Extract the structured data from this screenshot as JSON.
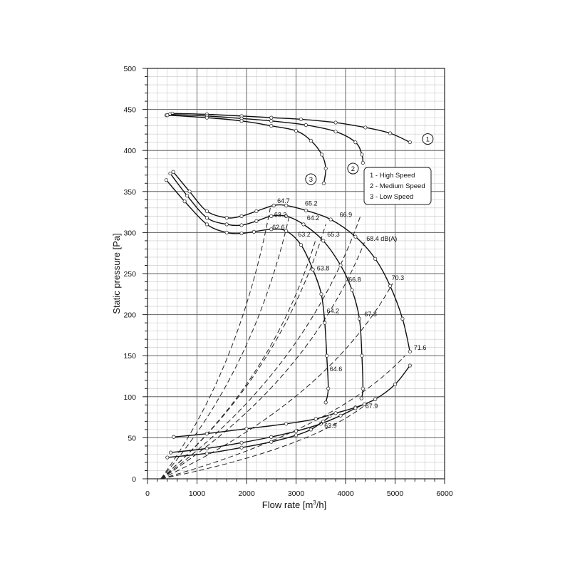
{
  "chart_data": {
    "type": "line",
    "xlabel": "Flow rate [m",
    "xlabel_sup": "3",
    "xlabel_end": "/h]",
    "ylabel": "Static pressure [Pa]",
    "xlim": [
      0,
      6000
    ],
    "ylim": [
      0,
      500
    ],
    "x_ticks": [
      0,
      1000,
      2000,
      3000,
      4000,
      5000,
      6000
    ],
    "y_ticks": [
      0,
      50,
      100,
      150,
      200,
      250,
      300,
      350,
      400,
      450,
      500
    ],
    "grid": true,
    "legend_position": "right-middle",
    "legend": [
      "1 - High Speed",
      "2 - Medium Speed",
      "3 - Low Speed"
    ],
    "series": [
      {
        "speed": "1",
        "values": [
          [
            380,
            443
          ],
          [
            500,
            445
          ],
          [
            1200,
            444
          ],
          [
            1900,
            442
          ],
          [
            2500,
            440
          ],
          [
            3100,
            438
          ],
          [
            3800,
            434
          ],
          [
            4400,
            428
          ],
          [
            4900,
            421
          ],
          [
            5300,
            410
          ]
        ]
      },
      {
        "speed": "2",
        "values": [
          [
            450,
            444
          ],
          [
            1200,
            442
          ],
          [
            1900,
            439
          ],
          [
            2500,
            436
          ],
          [
            3200,
            431
          ],
          [
            3800,
            423
          ],
          [
            4200,
            410
          ],
          [
            4330,
            395
          ],
          [
            4350,
            385
          ]
        ]
      },
      {
        "speed": "3",
        "values": [
          [
            400,
            443
          ],
          [
            1200,
            440
          ],
          [
            1900,
            436
          ],
          [
            2500,
            430
          ],
          [
            3000,
            424
          ],
          [
            3300,
            412
          ],
          [
            3520,
            395
          ],
          [
            3600,
            378
          ],
          [
            3560,
            360
          ]
        ]
      },
      {
        "speed": "1",
        "values": [
          [
            520,
            374
          ],
          [
            850,
            350
          ],
          [
            1200,
            326
          ],
          [
            1600,
            318
          ],
          [
            1900,
            320
          ],
          [
            2200,
            326
          ],
          [
            2550,
            333
          ],
          [
            2800,
            333
          ],
          [
            3200,
            327
          ],
          [
            3700,
            316
          ],
          [
            4200,
            295
          ],
          [
            4600,
            268
          ],
          [
            4900,
            235
          ],
          [
            5150,
            195
          ],
          [
            5300,
            155
          ]
        ]
      },
      {
        "speed": "2",
        "values": [
          [
            460,
            372
          ],
          [
            800,
            345
          ],
          [
            1200,
            318
          ],
          [
            1600,
            310
          ],
          [
            1900,
            309
          ],
          [
            2200,
            314
          ],
          [
            2500,
            320
          ],
          [
            2800,
            320
          ],
          [
            3150,
            310
          ],
          [
            3550,
            290
          ],
          [
            3900,
            260
          ],
          [
            4130,
            230
          ],
          [
            4280,
            195
          ],
          [
            4330,
            150
          ],
          [
            4350,
            110
          ],
          [
            4320,
            98
          ]
        ]
      },
      {
        "speed": "3",
        "values": [
          [
            380,
            364
          ],
          [
            750,
            338
          ],
          [
            1200,
            310
          ],
          [
            1600,
            300
          ],
          [
            1900,
            299
          ],
          [
            2150,
            301
          ],
          [
            2500,
            304
          ],
          [
            2800,
            302
          ],
          [
            3100,
            285
          ],
          [
            3340,
            255
          ],
          [
            3510,
            225
          ],
          [
            3580,
            190
          ],
          [
            3620,
            150
          ],
          [
            3650,
            110
          ],
          [
            3600,
            93
          ]
        ]
      },
      {
        "speed": "1",
        "values": [
          [
            530,
            51
          ],
          [
            1200,
            55
          ],
          [
            2000,
            61
          ],
          [
            2800,
            67
          ],
          [
            3400,
            73
          ],
          [
            3800,
            80
          ],
          [
            4200,
            87
          ],
          [
            4600,
            97
          ],
          [
            5000,
            115
          ],
          [
            5300,
            138
          ]
        ]
      },
      {
        "speed": "2",
        "values": [
          [
            470,
            32
          ],
          [
            1200,
            37
          ],
          [
            1900,
            44
          ],
          [
            2500,
            51
          ],
          [
            3000,
            58
          ],
          [
            3500,
            67
          ],
          [
            3900,
            77
          ],
          [
            4200,
            86
          ],
          [
            4380,
            91
          ]
        ]
      },
      {
        "speed": "3",
        "values": [
          [
            400,
            26
          ],
          [
            1200,
            31
          ],
          [
            1900,
            38
          ],
          [
            2500,
            45
          ],
          [
            3000,
            53
          ],
          [
            3300,
            60
          ],
          [
            3550,
            70
          ],
          [
            3680,
            76
          ]
        ]
      }
    ],
    "system_lines": [
      {
        "end": [
          2480,
          330
        ]
      },
      {
        "end": [
          2870,
          322
        ]
      },
      {
        "end": [
          3600,
          310
        ]
      },
      {
        "end": [
          4300,
          320
        ]
      },
      {
        "end": [
          3400,
          292
        ]
      },
      {
        "end": [
          4380,
          288
        ]
      },
      {
        "end": [
          4950,
          238
        ]
      },
      {
        "end": [
          5200,
          150
        ]
      },
      {
        "end": [
          4400,
          90
        ]
      }
    ],
    "annotations": [
      {
        "text": "64.7",
        "x": 2620,
        "y": 336
      },
      {
        "text": "65.2",
        "x": 3180,
        "y": 333
      },
      {
        "text": "63.3",
        "x": 2560,
        "y": 319
      },
      {
        "text": "64.2",
        "x": 3220,
        "y": 315
      },
      {
        "text": "66.9",
        "x": 3880,
        "y": 319
      },
      {
        "text": "62.6",
        "x": 2520,
        "y": 304
      },
      {
        "text": "63.2",
        "x": 3040,
        "y": 295
      },
      {
        "text": "65.3",
        "x": 3630,
        "y": 295
      },
      {
        "text": "68.4 dB(A)",
        "x": 4420,
        "y": 290
      },
      {
        "text": "63.8",
        "x": 3420,
        "y": 254
      },
      {
        "text": "66.8",
        "x": 4060,
        "y": 240
      },
      {
        "text": "70.3",
        "x": 4930,
        "y": 242
      },
      {
        "text": "64.2",
        "x": 3620,
        "y": 202
      },
      {
        "text": "67.8",
        "x": 4380,
        "y": 198
      },
      {
        "text": "71.6",
        "x": 5380,
        "y": 157
      },
      {
        "text": "64.6",
        "x": 3680,
        "y": 131
      },
      {
        "text": "67.9",
        "x": 4400,
        "y": 86
      },
      {
        "text": "63.9",
        "x": 3570,
        "y": 62
      }
    ],
    "curve_labels": [
      {
        "text": "1",
        "x": 5660,
        "y": 414
      },
      {
        "text": "2",
        "x": 4150,
        "y": 378
      },
      {
        "text": "3",
        "x": 3300,
        "y": 365
      }
    ]
  }
}
